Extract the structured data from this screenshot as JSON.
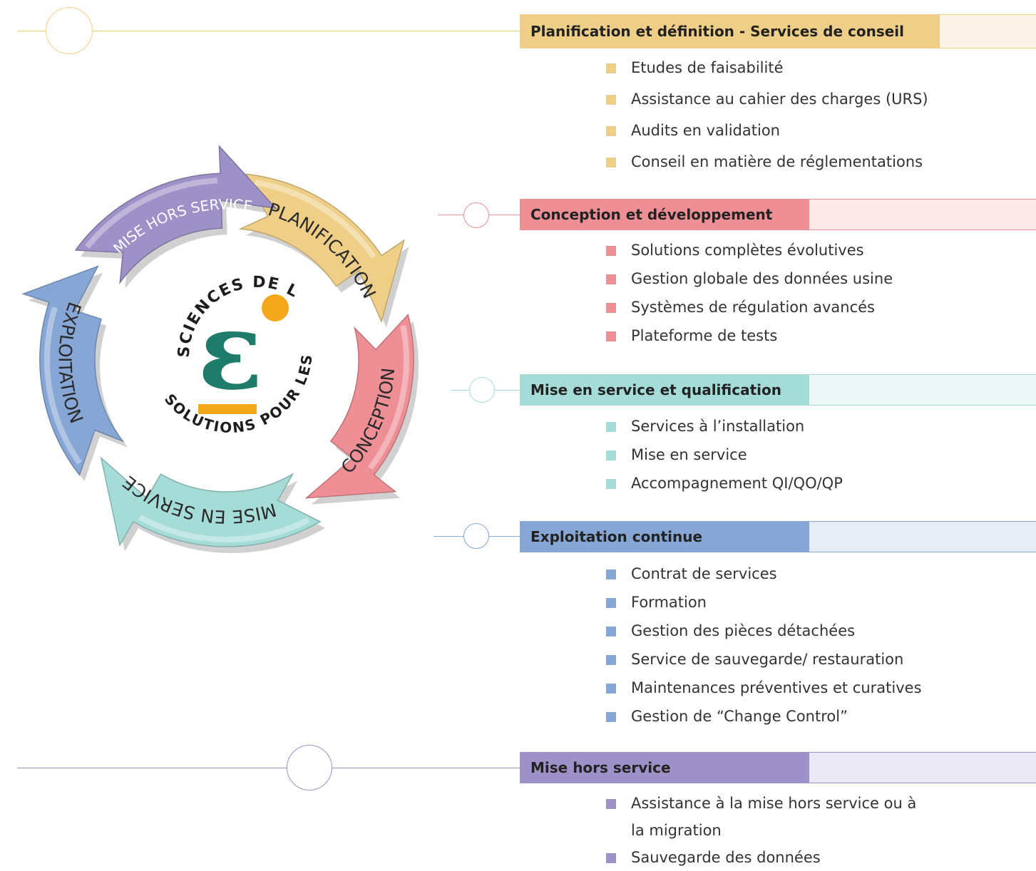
{
  "colors": {
    "planification": "#efcf87",
    "conception": "#ee8f96",
    "mise_en_service": "#a5dcd8",
    "exploitation": "#86a7d6",
    "mise_hors_service": "#9d91c7",
    "logo_green": "#1f7b6a",
    "logo_orange": "#f3a81a"
  },
  "cycle": {
    "arrows": [
      {
        "key": "planification",
        "label": "PLANIFICATION",
        "icon": "arrow-segment"
      },
      {
        "key": "conception",
        "label": "CONCEPTION",
        "icon": "arrow-segment"
      },
      {
        "key": "mise_en_service",
        "label": "MISE EN SERVICE",
        "icon": "arrow-segment"
      },
      {
        "key": "exploitation",
        "label": "EXPLOITATION",
        "icon": "arrow-segment"
      },
      {
        "key": "mise_hors_service",
        "label": "MISE HORS SERVICE",
        "icon": "arrow-segment"
      }
    ],
    "ring_text_top": "SCIENCES DE LA VIE",
    "ring_text_bottom": "SOLUTIONS POUR LES",
    "logo_glyph": "ε"
  },
  "sections": [
    {
      "key": "planification",
      "title": "Planification et définition - Services de conseil",
      "items": [
        "Etudes de faisabilité",
        "Assistance au cahier des charges (URS)",
        "Audits en validation",
        "Conseil en matière de réglementations"
      ]
    },
    {
      "key": "conception",
      "title": "Conception et développement",
      "items": [
        "Solutions complètes évolutives",
        "Gestion globale des données usine",
        "Systèmes de régulation avancés",
        "Plateforme de tests"
      ]
    },
    {
      "key": "mise_en_service",
      "title": "Mise en service et qualification",
      "items": [
        "Services à l’installation",
        "Mise en service",
        "Accompagnement QI/QO/QP"
      ]
    },
    {
      "key": "exploitation",
      "title": "Exploitation continue",
      "items": [
        "Contrat de services",
        "Formation",
        "Gestion des pièces détachées",
        "Service de sauvegarde/ restauration",
        "Maintenances préventives et curatives",
        "Gestion de “Change Control”"
      ]
    },
    {
      "key": "mise_hors_service",
      "title": "Mise hors service",
      "items": [
        "Assistance à la mise hors service ou à",
        "la migration",
        "Sauvegarde des données"
      ]
    }
  ]
}
